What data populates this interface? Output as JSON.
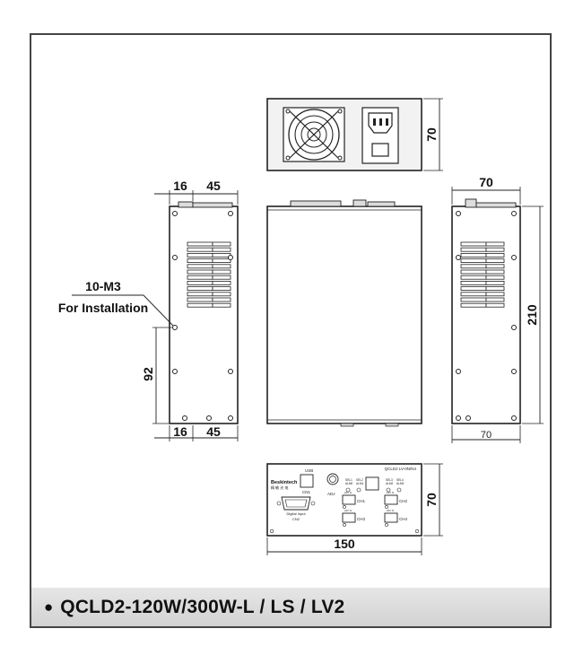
{
  "dimensions": {
    "top_height": "70",
    "side_left_top_a": "16",
    "side_left_top_b": "45",
    "side_left_bottom_a": "16",
    "side_left_bottom_b": "45",
    "side_left_vertical": "92",
    "right_top_width": "70",
    "right_bottom_width": "70",
    "right_height": "210",
    "front_height": "70",
    "front_width": "150"
  },
  "annotation": {
    "screw": "10-M3",
    "purpose": "For Installation"
  },
  "panel": {
    "model": "QCLD2 LV-0N/N4",
    "brand": "Beskintech",
    "brand_sub": "精 敏 光 电",
    "usb": "USB",
    "cn1": "CN1",
    "adj": "ADJ",
    "sel_a1": "SEL1",
    "sel_a2": "SEL2",
    "alm_a1": "ALM0",
    "alm_a2": "ALM1",
    "sel_b1": "SEL3",
    "sel_b2": "SEL4",
    "alm_b1": "ALM2",
    "alm_b2": "ALM3",
    "digital_input": "Digital Input",
    "cn2": "CN2",
    "ch1": "CH1",
    "ch2": "CH2",
    "ch3": "CH3",
    "ch4": "CH4",
    "dc": "24V  N-"
  },
  "caption": {
    "bullet": "●",
    "text": "QCLD2-120W/300W-L / LS / LV2"
  }
}
